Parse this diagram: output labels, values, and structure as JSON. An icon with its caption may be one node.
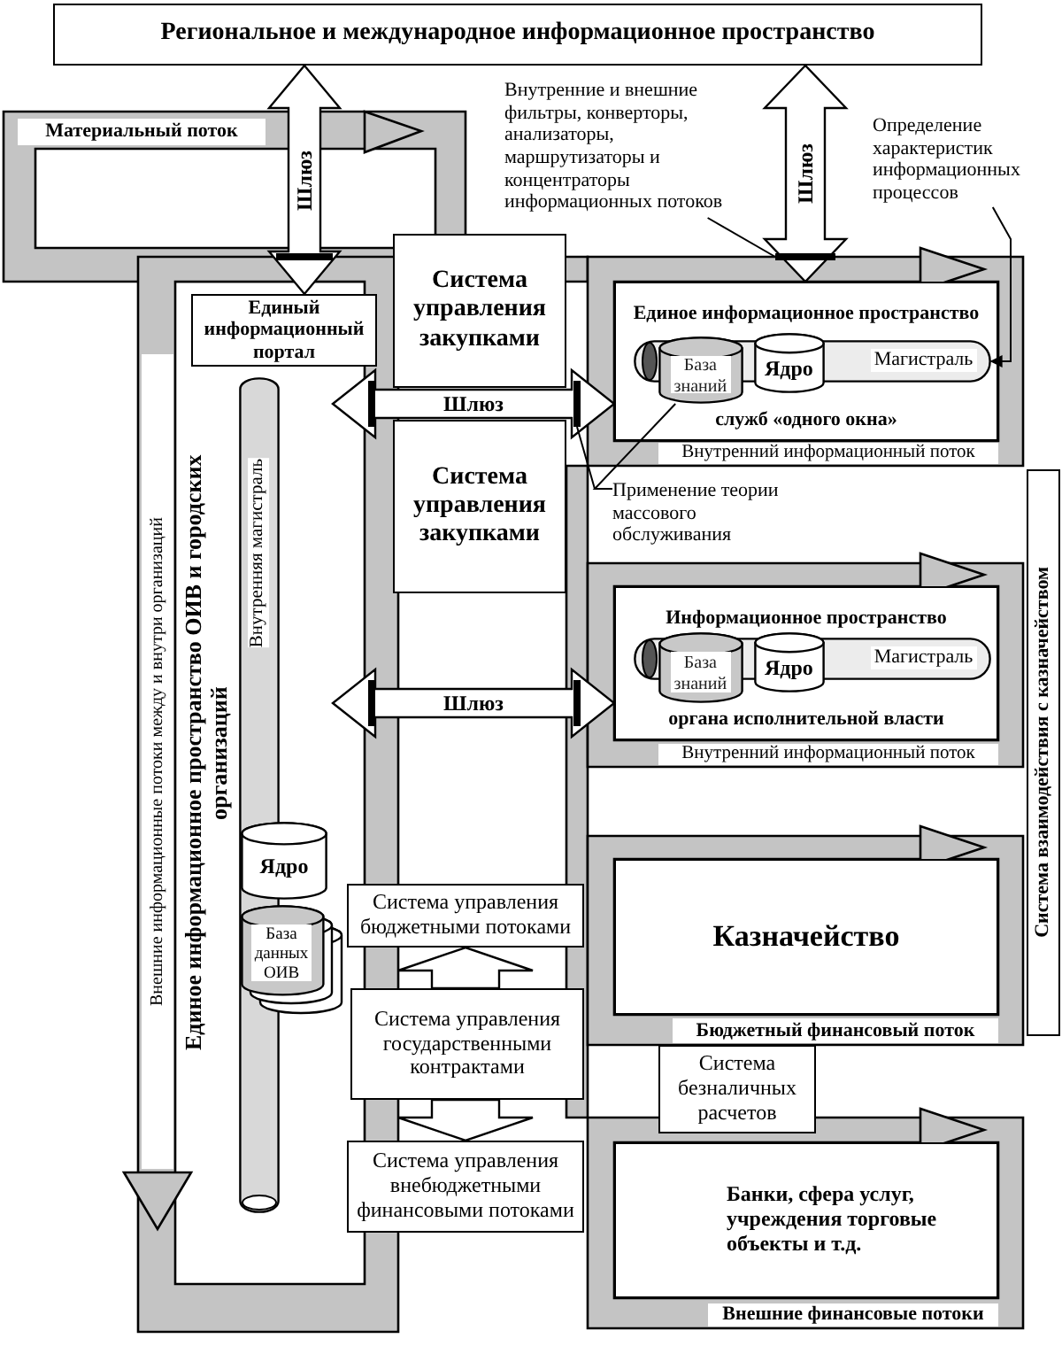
{
  "diagram": {
    "nodes": [
      {
        "text": [
          "Региональное и международное информационное пространство"
        ]
      },
      {
        "text": [
          "Единый информационный портал"
        ]
      },
      {
        "text": [
          "Система управления закупками"
        ]
      },
      {
        "text": [
          "Система управления закупками"
        ]
      },
      {
        "text": [
          "Единое информационное пространство",
          "служб «одного окна»"
        ]
      },
      {
        "text": [
          "База знаний"
        ],
        "in": 4
      },
      {
        "text": [
          "Ядро"
        ],
        "in": 4
      },
      {
        "text": [
          "Магистраль"
        ],
        "in": 4
      },
      {
        "text": [
          "Информационное пространство",
          "органа исполнительной власти"
        ]
      },
      {
        "text": [
          "База знаний"
        ],
        "in": 8
      },
      {
        "text": [
          "Ядро"
        ],
        "in": 8
      },
      {
        "text": [
          "Магистраль"
        ],
        "in": 8
      },
      {
        "text": [
          "Казначейство"
        ]
      },
      {
        "text": [
          "Банки, сфера услуг, учреждения торговые объекты и т.д."
        ]
      },
      {
        "text": [
          "Внутренняя магистраль"
        ]
      },
      {
        "text": [
          "Ядро"
        ]
      },
      {
        "text": [
          "База данных ОИВ"
        ]
      },
      {
        "text": [
          "Система управления бюджетными потоками"
        ]
      },
      {
        "text": [
          "Система управления государственными контрактами"
        ]
      },
      {
        "text": [
          "Система управления внебюджетными финансовыми потоками"
        ]
      },
      {
        "text": [
          "Система безналичных расчетов"
        ]
      },
      {
        "text": [
          "Система взаимодействия с казначейством"
        ]
      },
      {
        "text": [
          "Внутренние и внешние фильтры, конверторы, анализаторы, маршрутизаторы и концентраторы информационных потоков"
        ]
      },
      {
        "text": [
          "Определение характеристик информационных процессов"
        ]
      },
      {
        "text": [
          "Применение теории массового обслуживания"
        ]
      },
      {
        "text": [],
        "shape": "bar"
      },
      {
        "text": [],
        "shape": "bar"
      },
      {
        "text": [],
        "shape": "bar"
      },
      {
        "text": [],
        "shape": "bar"
      },
      {
        "text": [],
        "shape": "bar"
      },
      {
        "text": [],
        "shape": "bar"
      }
    ],
    "edges": [
      {
        "from": 0,
        "to": 1,
        "arrow": "both",
        "label": "Шлюз"
      },
      {
        "from": 0,
        "to": 4,
        "arrow": "both",
        "label": "Шлюз"
      },
      {
        "from": null,
        "to": 4,
        "arrow": "both",
        "label": "Шлюз"
      },
      {
        "from": null,
        "to": 8,
        "arrow": "both",
        "label": "Шлюз"
      },
      {
        "from": 18,
        "to": 17,
        "arrow": "to"
      },
      {
        "from": 18,
        "to": 19,
        "arrow": "to"
      },
      {
        "from": 22,
        "to": 26,
        "arrow": "none"
      },
      {
        "from": 23,
        "to": 7,
        "arrow": "to"
      },
      {
        "from": 24,
        "to": 28,
        "arrow": "none"
      },
      {
        "from": 24,
        "to": 5,
        "arrow": "none"
      }
    ],
    "labels": [
      "Материальный поток",
      "Внешние информационные потоки между и внутри организаций",
      "Единое информационное пространство ОИВ и городских организаций",
      "Внутренний информационный поток",
      "Внутренний информационный поток",
      "Бюджетный финансовый поток",
      "Внешние финансовые потоки"
    ]
  }
}
